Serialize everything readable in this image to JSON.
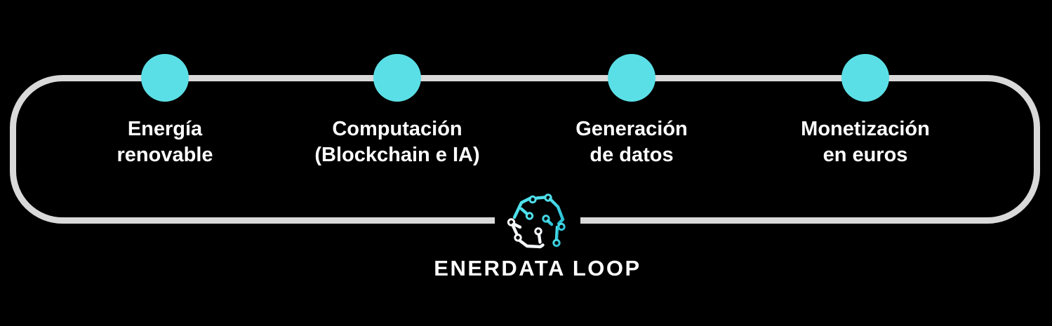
{
  "diagram": {
    "title": "ENERDATA LOOP",
    "stations": [
      {
        "label": "Energía\nrenovable"
      },
      {
        "label": "Computación\n(Blockchain e IA)"
      },
      {
        "label": "Generación\nde datos"
      },
      {
        "label": "Monetización\nen euros"
      }
    ]
  },
  "icons": {
    "logo": "circuit-cube-icon"
  },
  "colors": {
    "background": "#000000",
    "track": "#D9D9D9",
    "node": "#5BDFE6",
    "text": "#FFFFFF",
    "logo-cyan": "#4FE0EB",
    "logo-teal": "#2CC2D6",
    "logo-white": "#F5F8FA"
  }
}
